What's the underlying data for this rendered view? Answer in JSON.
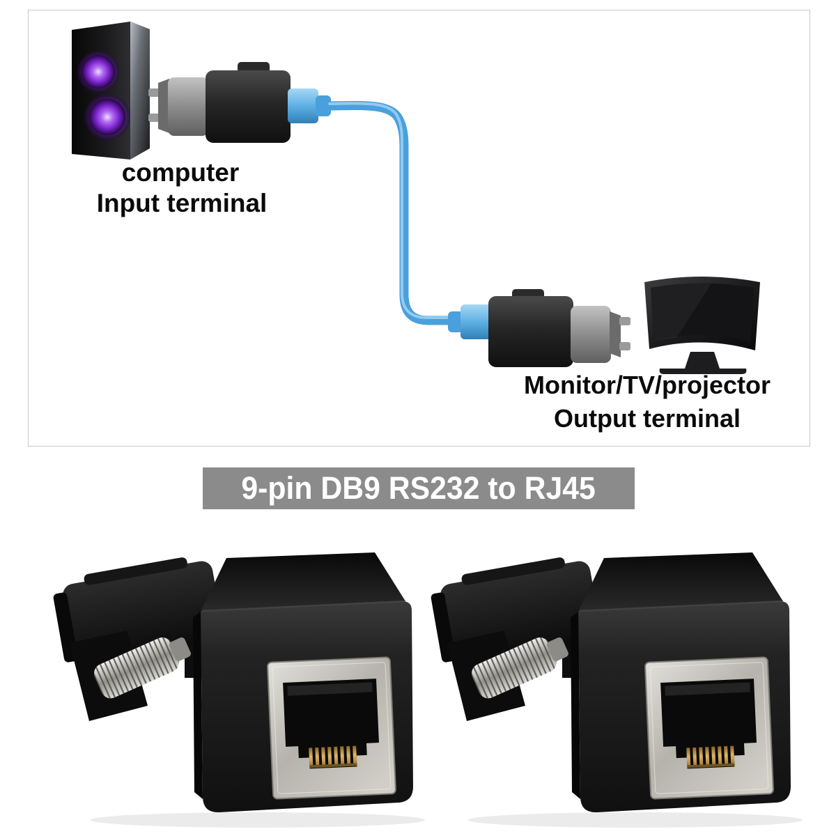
{
  "diagram": {
    "computer_label": "computer",
    "input_terminal_label": "Input terminal",
    "monitor_label": "Monitor/TV/projector",
    "output_terminal_label": "Output terminal"
  },
  "banner": {
    "title": "9-pin DB9 RS232 to RJ45"
  },
  "colors": {
    "banner_gray": "#8b8b8b",
    "banner_text": "#ffffff",
    "label_text": "#0a0a0a",
    "box_border": "#c8c8c8",
    "cable_blue": "#4aa0dc",
    "cable_highlight": "#a9d9f5",
    "fan_purple": "#8a2be2",
    "adapter_black": "#1c1c1c",
    "plate_silver": "#c9c7c0",
    "pins_gold": "#c49a52"
  },
  "icons": {
    "computer_tower": "desktop-pc-tower-with-purple-fans",
    "input_adapter": "db9-to-rj45-adapter-with-blue-plug",
    "ethernet_cable": "blue-ethernet-cable",
    "output_adapter": "db9-to-rj45-adapter-with-blue-plug",
    "monitor": "curved-tv-monitor",
    "product_photo": "black-db9-rs232-to-rj45-adapter"
  }
}
